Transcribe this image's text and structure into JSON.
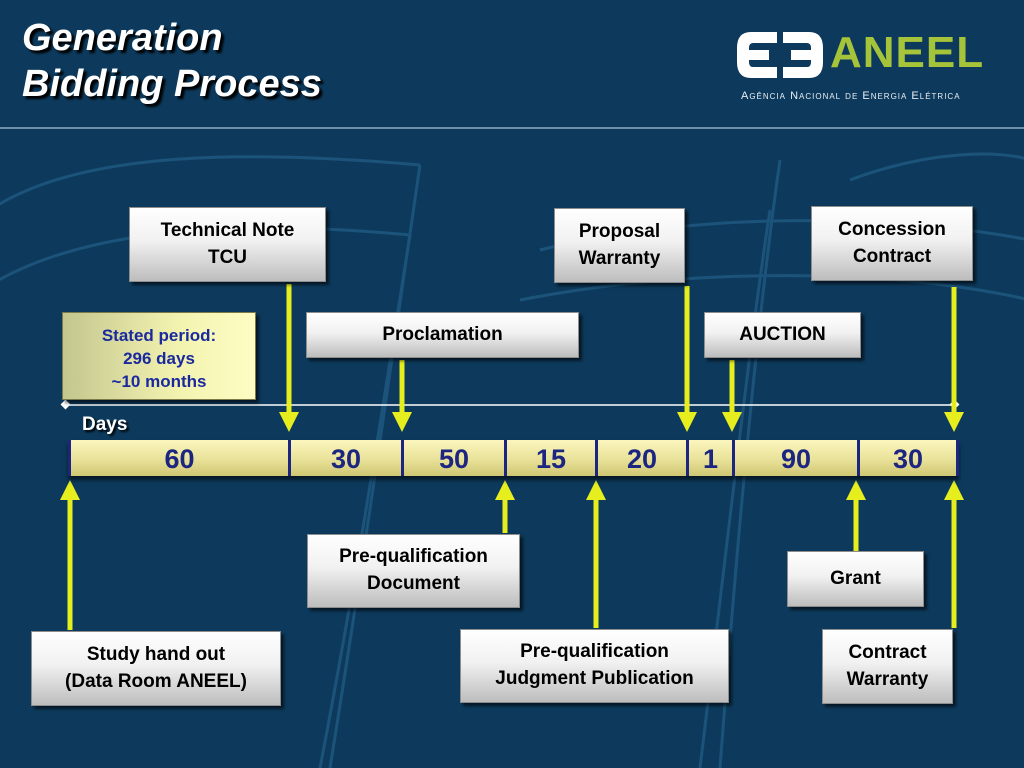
{
  "title": {
    "line1": "Generation",
    "line2": "Bidding Process"
  },
  "logo": {
    "word": "ANEEL",
    "subtitle": "Agência Nacional de Energia Elétrica"
  },
  "period": {
    "line1": "Stated period:",
    "line2": "296 days",
    "line3": "~10 months"
  },
  "days_label": "Days",
  "timeline": {
    "segments": [
      {
        "label": "60"
      },
      {
        "label": "30"
      },
      {
        "label": "50"
      },
      {
        "label": "15"
      },
      {
        "label": "20"
      },
      {
        "label": "1"
      },
      {
        "label": "90"
      },
      {
        "label": "30"
      }
    ]
  },
  "above": {
    "technical_note": {
      "line1": "Technical Note",
      "line2": "TCU"
    },
    "proposal_warranty": {
      "line1": "Proposal",
      "line2": "Warranty"
    },
    "concession_contract": {
      "line1": "Concession",
      "line2": "Contract"
    },
    "proclamation": "Proclamation",
    "auction": "AUCTION"
  },
  "below": {
    "prequal_document": {
      "line1": "Pre-qualification",
      "line2": "Document"
    },
    "grant": "Grant",
    "study_handout": {
      "line1": "Study hand out",
      "line2": "(Data Room ANEEL)"
    },
    "prequal_judgment": {
      "line1": "Pre-qualification",
      "line2": "Judgment Publication"
    },
    "contract_warranty": {
      "line1": "Contract",
      "line2": "Warranty"
    }
  },
  "colors": {
    "background": "#0d3a5c",
    "arrow": "#e6ee1e",
    "bar_text": "#1c2680",
    "logo_green": "#a6c43a"
  }
}
